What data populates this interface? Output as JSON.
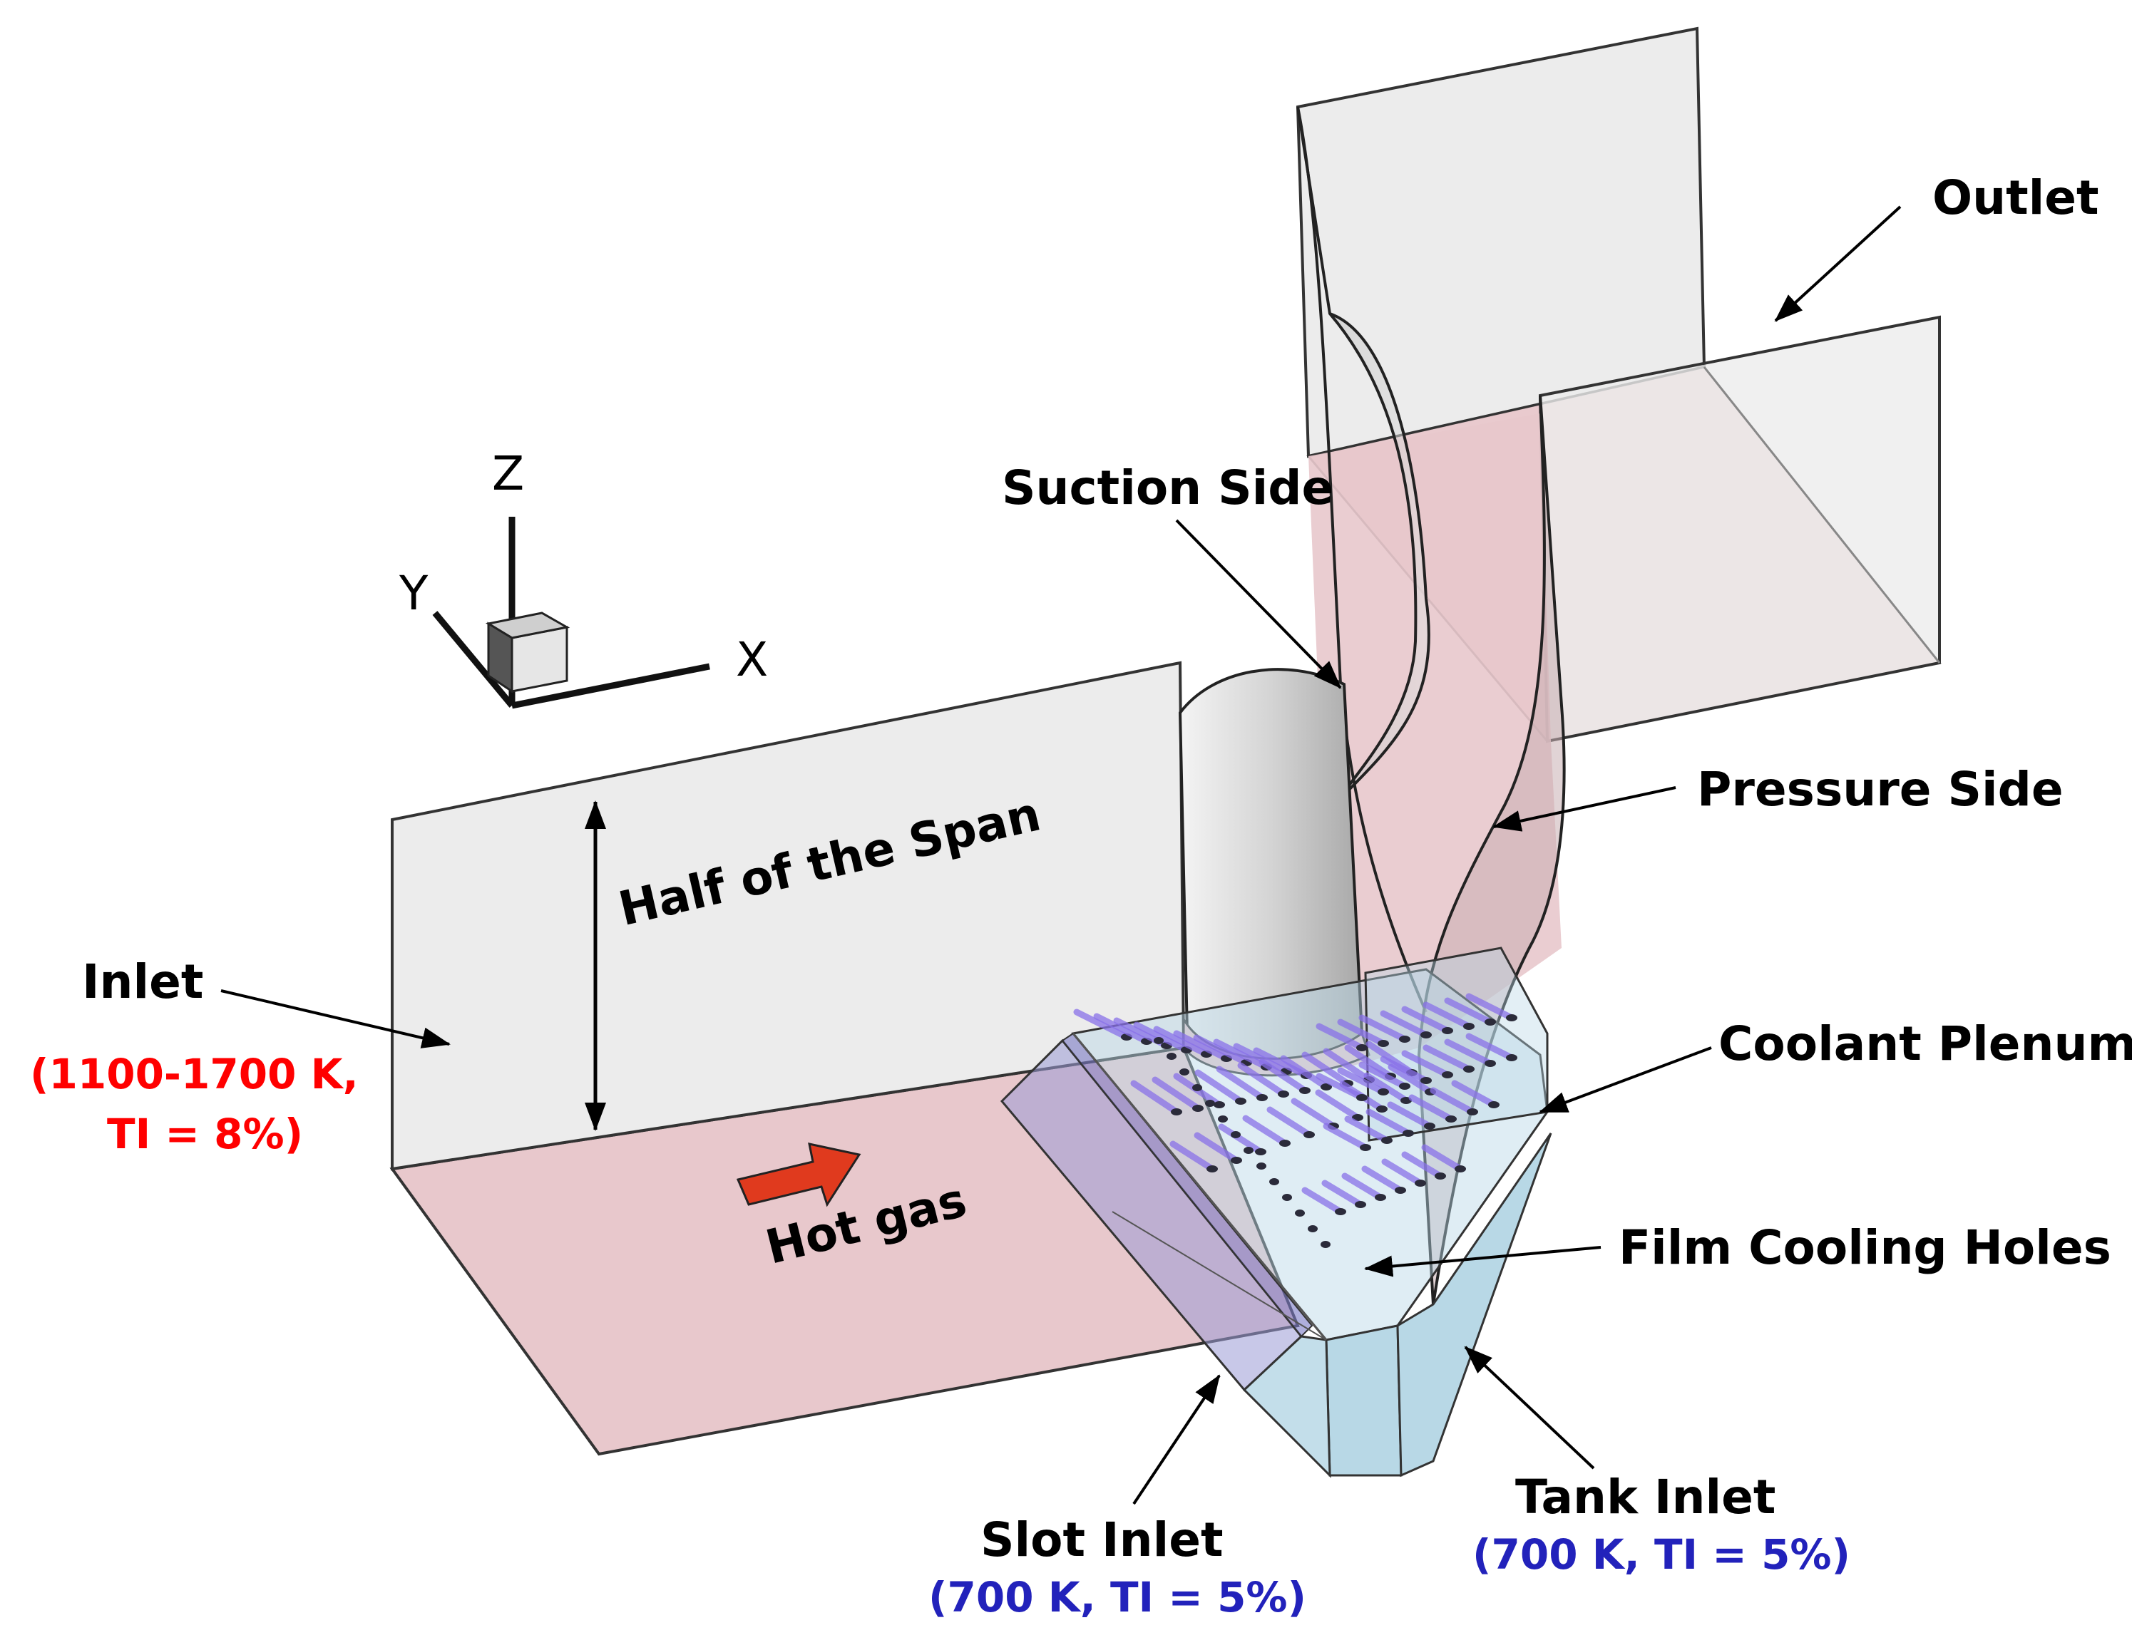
{
  "labels": {
    "outlet": "Outlet",
    "suction_side": "Suction Side",
    "pressure_side": "Pressure Side",
    "inlet": "Inlet",
    "inlet_conditions_line1": "(1100-1700 K,",
    "inlet_conditions_line2": "TI = 8%)",
    "half_span": "Half of the Span",
    "hot_gas": "Hot gas",
    "coolant_plenum": "Coolant Plenum",
    "film_cooling_holes": "Film Cooling Holes",
    "slot_inlet": "Slot Inlet",
    "slot_inlet_conditions": "(700 K, TI = 5%)",
    "tank_inlet": "Tank Inlet",
    "tank_inlet_conditions": "(700 K, TI = 5%)"
  },
  "axes": {
    "x": "X",
    "y": "Y",
    "z": "Z"
  },
  "colors": {
    "inlet_label": "#ff0000",
    "coolant_label": "#2222bb",
    "floor": "#e8c8cc",
    "wall": "#ececec",
    "plenum": "#b8d8e6",
    "holes": "#8870e8",
    "hot_gas_arrow": "#e03a1e"
  }
}
